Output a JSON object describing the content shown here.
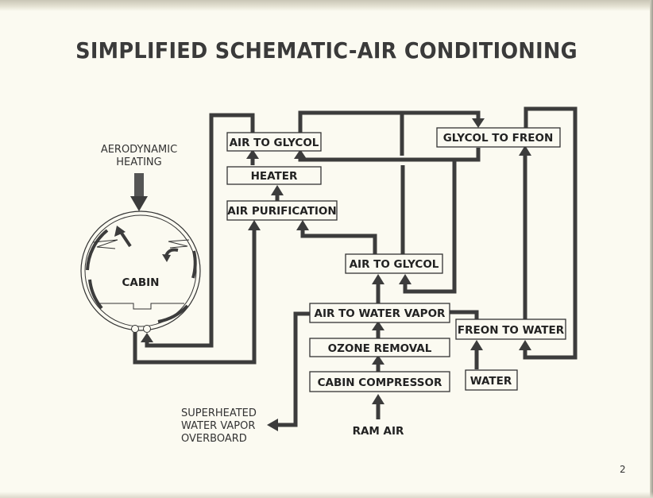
{
  "title": "SIMPLIFIED SCHEMATIC-AIR CONDITIONING",
  "page_number": "2",
  "colors": {
    "paper": "#fbfaf1",
    "ink": "#3c3c3c"
  },
  "labels": {
    "aerodynamic_heating_line1": "AERODYNAMIC",
    "aerodynamic_heating_line2": "HEATING",
    "cabin": "CABIN",
    "overboard_line1": "SUPERHEATED",
    "overboard_line2": "WATER VAPOR",
    "overboard_line3": "OVERBOARD",
    "ram_air": "RAM AIR"
  },
  "boxes": {
    "air_to_glycol_top": "AIR TO GLYCOL",
    "heater": "HEATER",
    "air_purification": "AIR PURIFICATION",
    "glycol_to_freon": "GLYCOL TO FREON",
    "air_to_glycol_mid": "AIR TO GLYCOL",
    "air_to_water_vapor": "AIR TO WATER VAPOR",
    "ozone_removal": "OZONE REMOVAL",
    "cabin_compressor": "CABIN COMPRESSOR",
    "freon_to_water": "FREON TO WATER",
    "water": "WATER"
  },
  "icons": {
    "down_arrow": "aerodynamic-heating-arrow",
    "cabin_shape": "cabin-cross-section"
  }
}
